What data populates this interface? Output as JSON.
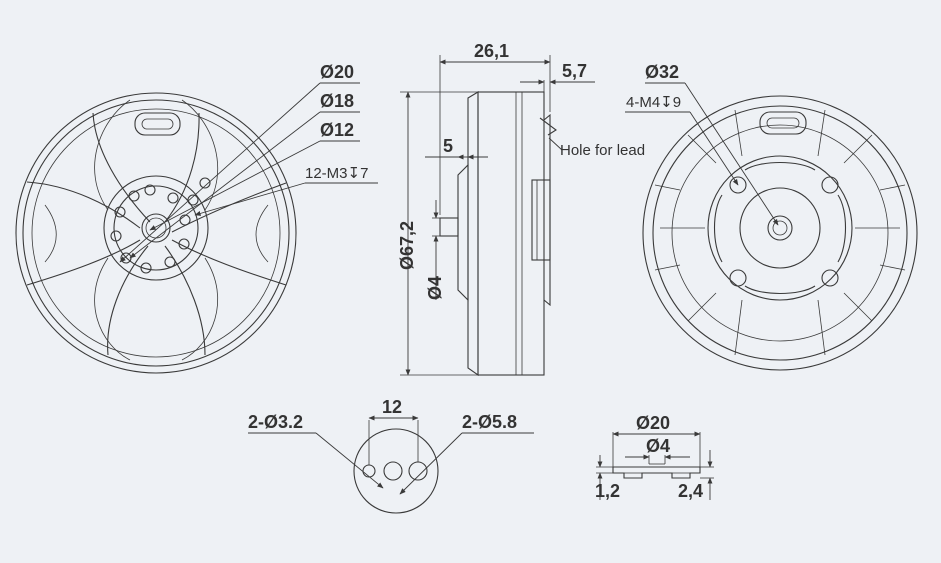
{
  "front_view": {
    "labels": {
      "d20": "Ø20",
      "d18": "Ø18",
      "d12": "Ø12",
      "holes": "12-M3↧7"
    }
  },
  "side_view": {
    "labels": {
      "length": "26,1",
      "flange": "5,7",
      "step": "5",
      "diameter": "Ø67,2",
      "shaft": "Ø4",
      "lead": "Hole for lead"
    }
  },
  "rear_view": {
    "labels": {
      "d32": "Ø32",
      "holes": "4-M4↧9"
    }
  },
  "lead_hole_view": {
    "labels": {
      "spacing": "12",
      "small": "2-Ø3.2",
      "large": "2-Ø5.8"
    }
  },
  "shaft_detail": {
    "labels": {
      "d20": "Ø20",
      "d4": "Ø4",
      "h1": "1,2",
      "h2": "2,4"
    }
  }
}
